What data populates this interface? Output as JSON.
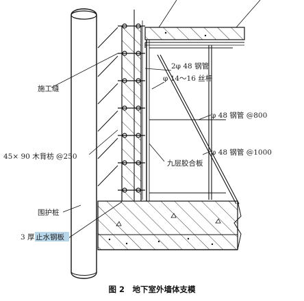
{
  "labels": {
    "construction_joint": "施工缝",
    "double_steel_pipe": "2φ 48 钢管",
    "threaded_rod": "φ 14～16 丝杆",
    "steel_pipe_800": "φ 48 钢管 @800",
    "timber_joist": "45× 90 木背枋 @250",
    "steel_pipe_1000": "φ 48 钢管 @1000",
    "plywood": "九层胶合板",
    "retaining_pile": "围护桩",
    "waterstop_prefix": "3 厚",
    "waterstop_highlight": "止水钢板"
  },
  "caption": "图 2　地下室外墙体支模",
  "colors": {
    "highlight": "#b8d6ea",
    "line": "#111111",
    "background": "#ffffff"
  }
}
